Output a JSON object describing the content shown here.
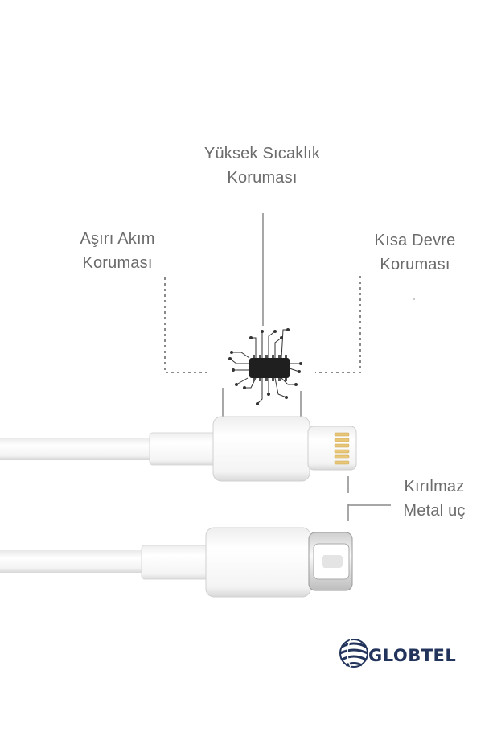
{
  "callouts": {
    "high_temp": {
      "line1": "Yüksek Sıcaklık",
      "line2": "Koruması"
    },
    "overcurrent": {
      "line1": "Aşırı Akım",
      "line2": "Koruması"
    },
    "short_circuit": {
      "line1": "Kısa Devre",
      "line2": "Koruması"
    },
    "metal_tip": {
      "line1": "Kırılmaz",
      "line2": "Metal uç"
    }
  },
  "brand": {
    "name": "GLOBTEL",
    "color": "#22335c"
  },
  "icons": [
    "chip-icon",
    "lightning-connector",
    "usb-c-connector",
    "globe-logo-icon"
  ]
}
